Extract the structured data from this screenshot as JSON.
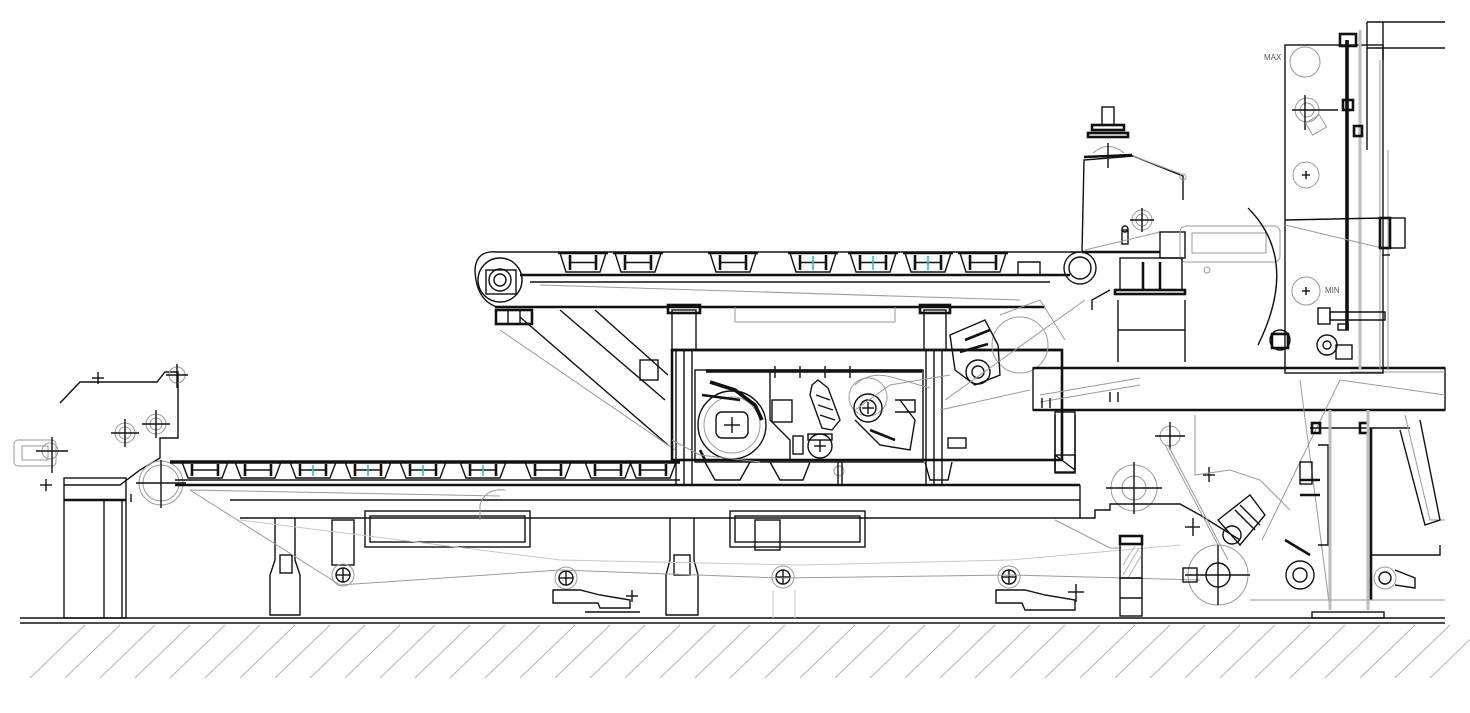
{
  "drawing": {
    "type": "machine side elevation (conveyor / forming section)",
    "labels": {
      "max": "MAX",
      "min": "MIN"
    },
    "colors": {
      "line": "#111111",
      "hidden_line": "#9a9a9a",
      "accent_cyan": "#19c6d6",
      "ground_hatch": "#b5b5b5",
      "background": "#ffffff"
    }
  }
}
